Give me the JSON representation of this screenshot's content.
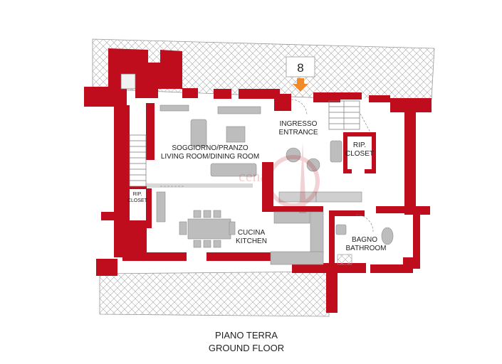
{
  "floor": {
    "title_it": "PIANO TERRA",
    "title_en": "GROUND FLOOR"
  },
  "entrance": {
    "number": "8",
    "arrow_color": "#f08a2a"
  },
  "rooms": {
    "living": {
      "line1": "SOGGIORNO/PRANZO",
      "line2": "LIVING ROOM/DINING ROOM"
    },
    "entrance": {
      "line1": "INGRESSO",
      "line2": "ENTRANCE"
    },
    "closet_right": {
      "line1": "RIP.",
      "line2": "CLOSET"
    },
    "closet_left": {
      "line1": "RIP.",
      "line2": "CLOSET"
    },
    "kitchen": {
      "line1": "CUCINA",
      "line2": "KITCHEN"
    },
    "bathroom": {
      "line1": "BAGNO",
      "line2": "BATHROOM"
    }
  },
  "colors": {
    "wall": "#bf0d1e",
    "furniture": "#bdbdbd",
    "hatch": "#9a9a9a"
  }
}
